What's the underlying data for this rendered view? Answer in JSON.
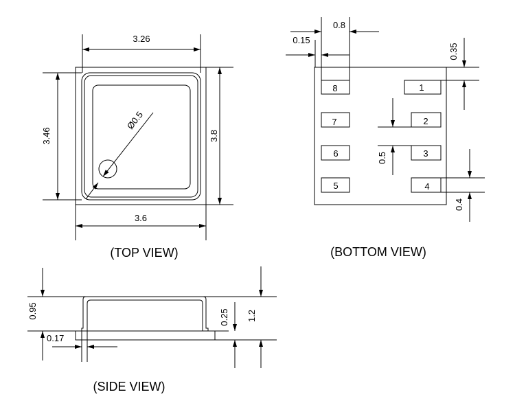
{
  "top_view": {
    "title": "(TOP VIEW)",
    "dims": {
      "width_inner": "3.26",
      "width_outer": "3.6",
      "height_inner": "3.46",
      "height_outer": "3.8",
      "hole": "Ø0.5"
    }
  },
  "bottom_view": {
    "title": "(BOTTOM VIEW)",
    "dims": {
      "pad_width": "0.8",
      "edge_offset": "0.15",
      "top_offset": "0.35",
      "pad_gap": "0.5",
      "pad_height": "0.4"
    },
    "pads": [
      "1",
      "2",
      "3",
      "4",
      "5",
      "6",
      "7",
      "8"
    ]
  },
  "side_view": {
    "title": "(SIDE VIEW)",
    "dims": {
      "cap_height": "0.95",
      "wall": "0.17",
      "substrate": "0.25",
      "total_height": "1.2"
    }
  }
}
